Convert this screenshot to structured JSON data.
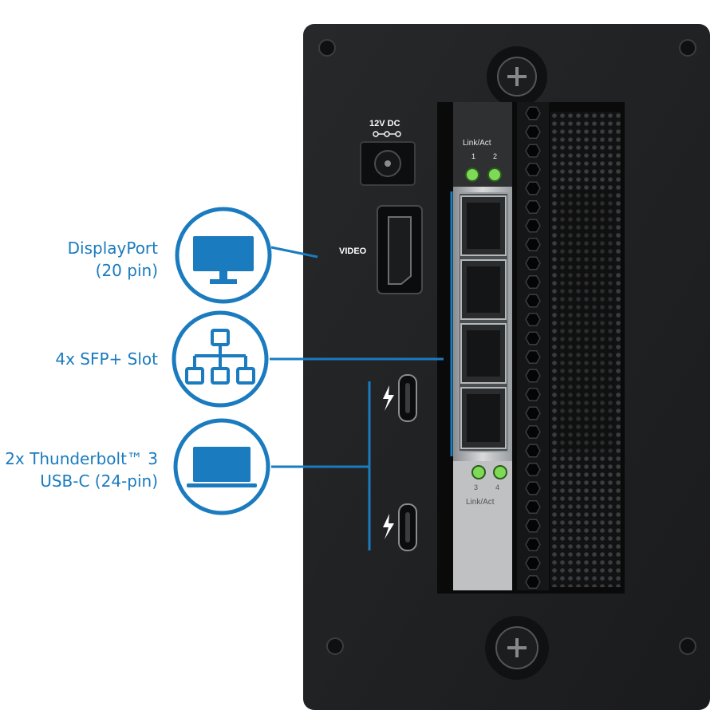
{
  "device": {
    "power_label": "12V DC",
    "video_label": "VIDEO",
    "card_label_top": "Link/Act",
    "card_port_1": "1",
    "card_port_2": "2",
    "card_port_3": "3",
    "card_port_4": "4",
    "card_label_bottom": "Link/Act"
  },
  "callouts": {
    "displayport": {
      "line1": "DisplayPort",
      "line2": "(20 pin)",
      "icon": "monitor-icon"
    },
    "sfp": {
      "line1": "4x SFP+ Slot",
      "icon": "network-icon"
    },
    "thunderbolt": {
      "line1": "2x Thunderbolt™ 3",
      "line2": "USB-C (24-pin)",
      "icon": "laptop-icon"
    }
  },
  "colors": {
    "accent": "#1a7bbf",
    "panel": "#1f2123",
    "led": "#7ed957"
  }
}
